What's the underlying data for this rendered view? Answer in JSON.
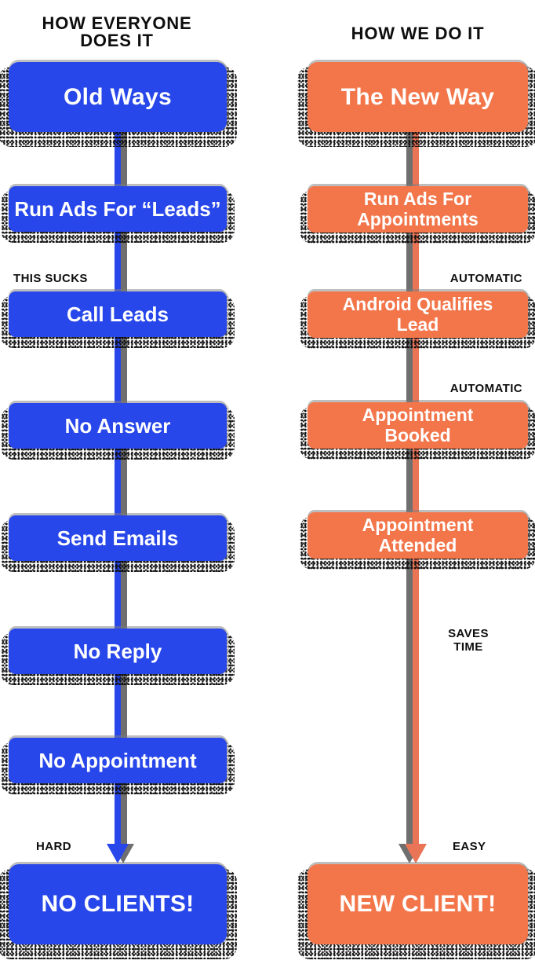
{
  "theme": {
    "blue": "#2847EA",
    "orange": "#F3764B",
    "orange_line": "#EA7456",
    "line_shadow_gray": "#6F6F6F",
    "label_color": "#0E0E0E",
    "background": "#FFFFFF"
  },
  "left_column": {
    "title_line1": "HOW EVERYONE",
    "title_line2": "DOES IT",
    "hero": "Old Ways",
    "steps": [
      {
        "label": "Run Ads For “Leads”"
      },
      {
        "label": "Call Leads"
      },
      {
        "label": "No Answer"
      },
      {
        "label": "Send Emails"
      },
      {
        "label": "No Reply"
      },
      {
        "label": "No Appointment"
      }
    ],
    "annotations": {
      "this_sucks": "THIS SUCKS",
      "hard": "HARD"
    },
    "result": "NO CLIENTS!"
  },
  "right_column": {
    "title": "HOW WE DO IT",
    "hero": "The New Way",
    "steps": [
      {
        "line1": "Run Ads For",
        "line2": "Appointments"
      },
      {
        "line1": "Android Qualifies",
        "line2": "Lead"
      },
      {
        "line1": "Appointment",
        "line2": "Booked"
      },
      {
        "line1": "Appointment",
        "line2": "Attended"
      }
    ],
    "annotations": {
      "automatic_1": "AUTOMATIC",
      "automatic_2": "AUTOMATIC",
      "saves_time_line1": "SAVES",
      "saves_time_line2": "TIME",
      "easy": "EASY"
    },
    "result": "NEW CLIENT!"
  }
}
